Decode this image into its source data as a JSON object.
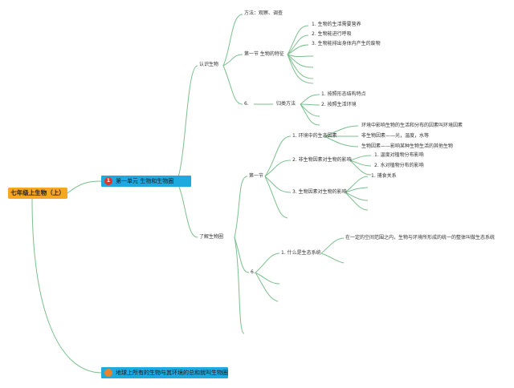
{
  "colors": {
    "link": "#7dbf8e",
    "root_bg": "#f5a623",
    "chapter_bg": "#1eaadf",
    "badge1": "#e5332a",
    "badge2": "#e8842a"
  },
  "root": "七年级上生物（上）",
  "chapter1": {
    "badge": "1",
    "label": "第一单元 生物和生物圈"
  },
  "chapter2": {
    "label": "地球上所有的生物与其环境的总和就叫生物圈"
  },
  "know": {
    "label": "认识生物",
    "method": "方法：观察、调查",
    "section1": "第一节 生物的特征",
    "features": [
      "1. 生物的生活需要营养",
      "2. 生物能进行呼吸",
      "3. 生物能排出身体内产生的废物"
    ],
    "sub6": "6.",
    "classify": "归类方法",
    "classes": [
      "1. 按照形态结构特点",
      "2. 按照生活环境"
    ]
  },
  "understand": {
    "label": "了解生物圈",
    "section1": "第一节",
    "env": "1. 环境中的生态因素",
    "env_items": [
      "环境中影响生物的生活和分布的因素叫环境因素",
      "非生物因素——光，温度，水等",
      "生物因素——影响某种生物生活的其他生物"
    ],
    "abiotic": "2. 非生物因素对生物的影响",
    "abiotic_items": [
      "1. 温度对植物分布影响",
      "2. 水对植物分布的影响"
    ],
    "biotic": "3. 生物因素对生物的影响",
    "biotic_items": [
      "1. 捕食关系"
    ],
    "sub6": "6.",
    "eco": "1. 什么是生态系统",
    "eco_def": "在一定的空间范围之内，生物与环境所形成的统一的整体叫做生态系统"
  }
}
